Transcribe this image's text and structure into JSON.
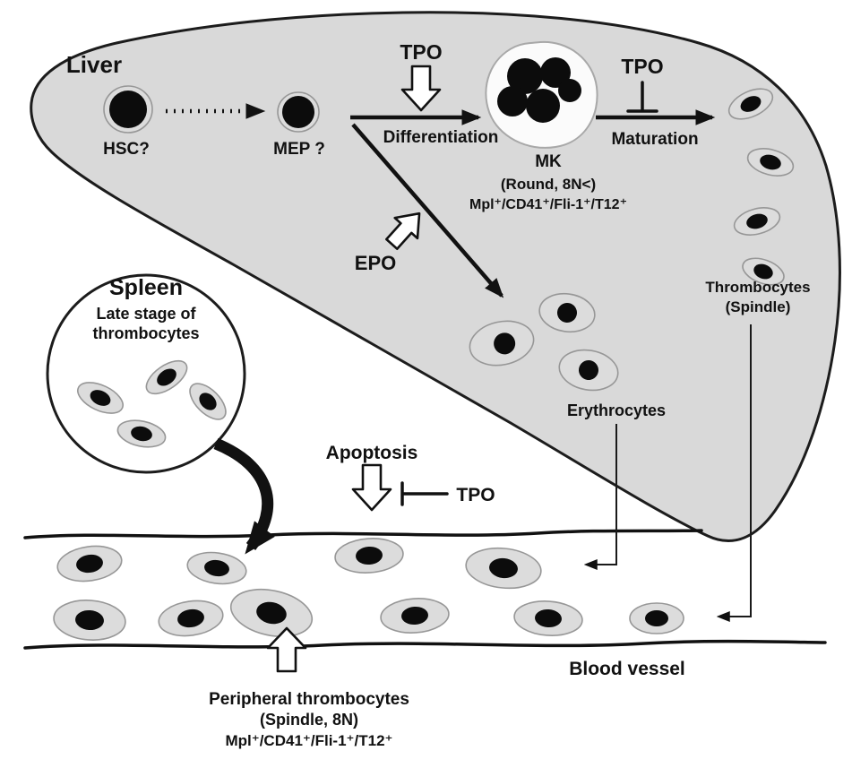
{
  "liver": {
    "label": "Liver",
    "hsc": "HSC?",
    "mep": "MEP ?",
    "tpo_diff": "TPO",
    "differentiation": "Differentiation",
    "tpo_mat": "TPO",
    "maturation": "Maturation",
    "mk": "MK",
    "mk_ploidy": "(Round, 8N<)",
    "mk_markers": "Mpl⁺/CD41⁺/Fli-1⁺/T12⁺",
    "epo": "EPO",
    "erythrocytes": "Erythrocytes",
    "thrombocytes": "Thrombocytes",
    "thrombocytes_shape": "(Spindle)"
  },
  "spleen": {
    "label": "Spleen",
    "desc1": "Late stage of",
    "desc2": "thrombocytes"
  },
  "apoptosis": {
    "label": "Apoptosis",
    "tpo": "TPO"
  },
  "vessel": {
    "label": "Blood vessel",
    "peripheral": "Peripheral thrombocytes",
    "peripheral_shape": "(Spindle, 8N)",
    "peripheral_markers": "Mpl⁺/CD41⁺/Fli-1⁺/T12⁺"
  },
  "colors": {
    "liver_fill": "#d9d9d9",
    "cell_fill": "#dcdcdc",
    "nucleus": "#0c0c0c",
    "outline": "#1c1c1c"
  }
}
